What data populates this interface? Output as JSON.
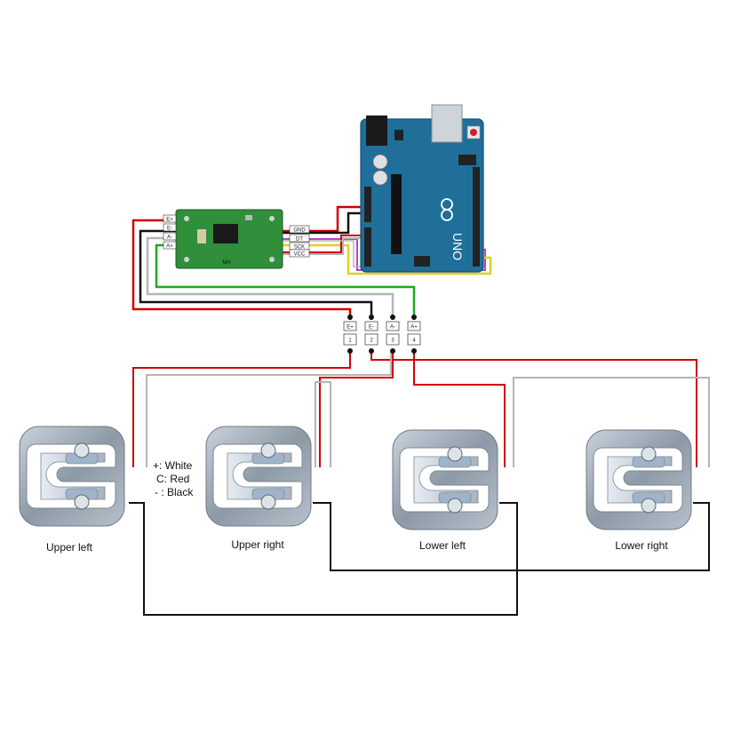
{
  "hx711": {
    "left_pins": [
      "E+",
      "E-",
      "A-",
      "A+"
    ],
    "right_pins": [
      "GND",
      "DT",
      "SCK",
      "VCC"
    ],
    "silk": "MH"
  },
  "arduino": {
    "label": "UNO"
  },
  "connectors": [
    {
      "top": "E+",
      "bottom": "1"
    },
    {
      "top": "E-",
      "bottom": "2"
    },
    {
      "top": "A-",
      "bottom": "3"
    },
    {
      "top": "A+",
      "bottom": "4"
    }
  ],
  "legend": {
    "line1": "+: White",
    "line2": "C: Red",
    "line3": "- : Black"
  },
  "load_cells": [
    {
      "label": "Upper left"
    },
    {
      "label": "Upper right"
    },
    {
      "label": "Lower left"
    },
    {
      "label": "Lower right"
    }
  ],
  "colors": {
    "red_wire": "#d00000",
    "black_wire": "#111111",
    "white_wire": "#b5b5b5",
    "green_wire": "#1ea81e",
    "purple_wire": "#b444c8",
    "yellow_wire": "#e0d020",
    "arduino_board": "#1f6f9a",
    "hx711_board": "#2f8f3a"
  }
}
